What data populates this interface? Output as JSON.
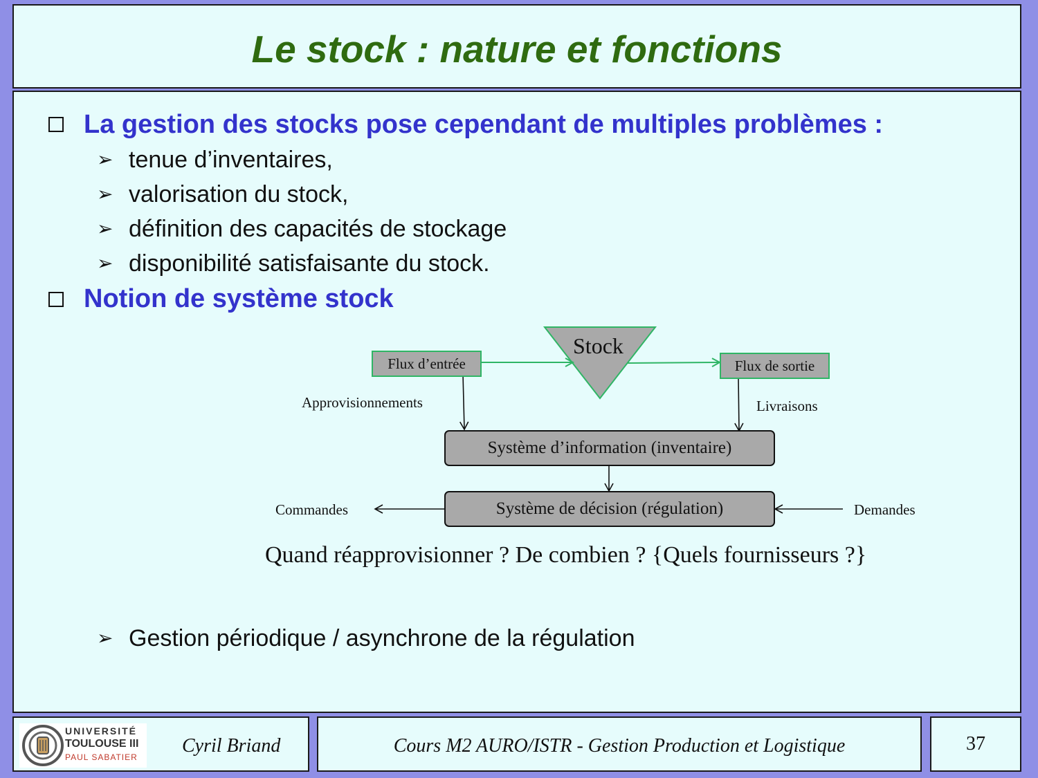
{
  "slide": {
    "title": "Le stock : nature et fonctions",
    "bullets": [
      {
        "text": "La gestion des stocks pose cependant de multiples problèmes :",
        "subitems": [
          "tenue d’inventaires,",
          "valorisation du stock,",
          "définition des capacités de stockage",
          "disponibilité satisfaisante du stock."
        ]
      },
      {
        "text": "Notion de système stock"
      }
    ],
    "diagram": {
      "stock": "Stock",
      "flux_entree": "Flux d’entrée",
      "flux_sortie": "Flux de sortie",
      "approvisionnements": "Approvisionnements",
      "livraisons": "Livraisons",
      "systeme_information": "Système d’information (inventaire)",
      "systeme_decision": "Système de décision (régulation)",
      "commandes": "Commandes",
      "demandes": "Demandes",
      "question": "Quand réapprovisionner ? De combien ? {Quels fournisseurs ?}",
      "colors": {
        "flow_arrow": "#2fb565",
        "box_fill": "#a9a9a9"
      }
    },
    "final_item": "Gestion périodique / asynchrone de la régulation"
  },
  "footer": {
    "university": {
      "line1": "UNIVERSITÉ",
      "line2": "TOULOUSE III",
      "line3": "PAUL SABATIER"
    },
    "author": "Cyril Briand",
    "course": "Cours M2 AURO/ISTR - Gestion Production et Logistique",
    "page_number": "37"
  },
  "theme": {
    "background": "#8f8fe6",
    "panel": "#e6fcfc",
    "title_color": "#2f6b10",
    "bullet_color": "#3333cc"
  }
}
